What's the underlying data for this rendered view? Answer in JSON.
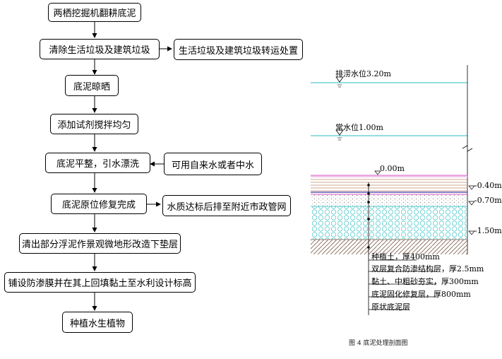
{
  "flowchart": {
    "steps": [
      "两栖挖掘机翻耕底泥",
      "清除生活垃圾及建筑垃圾",
      "底泥晾晒",
      "添加试剂搅拌均匀",
      "底泥平整，引水漂洗",
      "底泥原位修复完成",
      "清出部分浮泥作景观微地形改造下垫层",
      "铺设防渗膜并在其上回填黏土至水利设计标高",
      "种植水生植物"
    ],
    "side_notes": [
      "生活垃圾及建筑垃圾转运处置",
      "可用自来水或者中水",
      "水质达标后排至附近市政管网"
    ]
  },
  "section": {
    "water_levels": [
      "排涝水位3.20m",
      "常水位1.00m"
    ],
    "elevations": [
      "0.00m",
      "-0.40m",
      "-0.70m",
      "-1.50m"
    ],
    "layers": [
      "种植土，厚400mm",
      "双层复合防渗结构层，厚2.5mm",
      "黏土、中粗砂夯实，厚300mm",
      "底泥固化修复层，厚800mm",
      "原状底泥层"
    ],
    "caption": "图 4  底泥处理剖面图",
    "colors": {
      "water": "#29bcc0",
      "topsoil": "#c08a6a",
      "liner": "#3a3aa8",
      "magenta": "#d050c0",
      "hatch": "#7a5a48"
    }
  }
}
